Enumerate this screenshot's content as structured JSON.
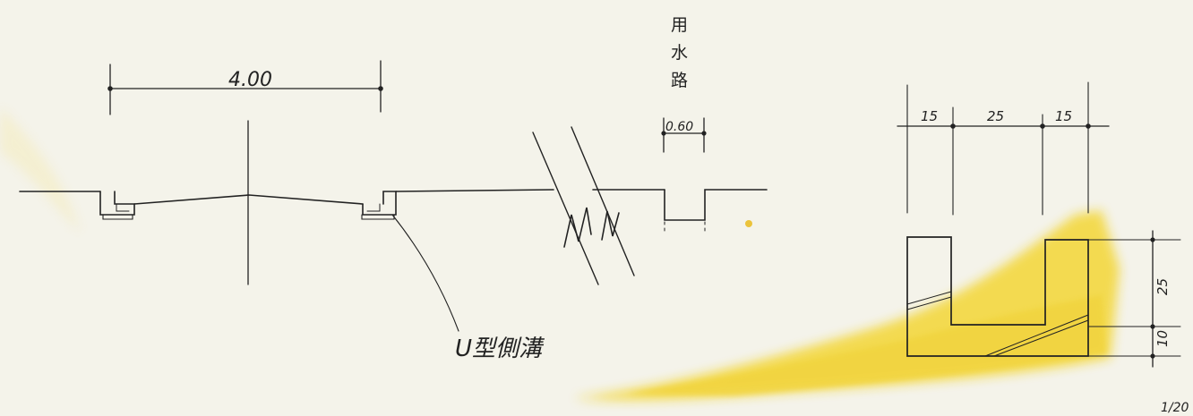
{
  "cross_section": {
    "road_width_label": "4.00",
    "canal_title": [
      "用",
      "水",
      "路"
    ],
    "canal_width_label": "0.60",
    "gutter_callout": "U型側溝"
  },
  "gutter_detail": {
    "dims_top": [
      "15",
      "25",
      "15"
    ],
    "dims_side": [
      "25",
      "10"
    ],
    "scale_label": "1/20"
  },
  "colors": {
    "paper": "#f4f3ea",
    "ink": "#222222",
    "wash": "#f2d21a"
  }
}
